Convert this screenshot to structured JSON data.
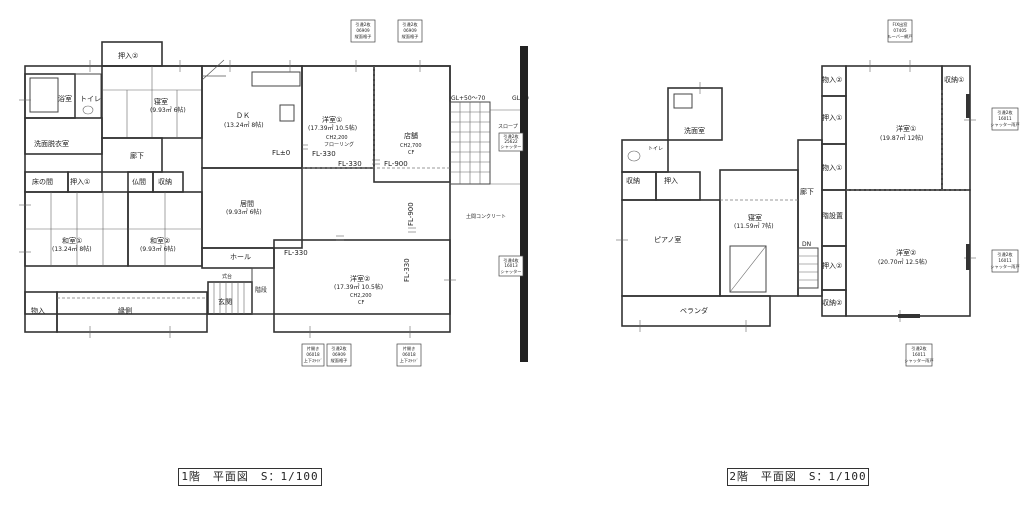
{
  "floor1": {
    "caption": "1階　平面図　S：1/100",
    "rooms": {
      "oshiire2": "押入②",
      "yokushitsu": "浴室",
      "toilet": "トイレ",
      "shinshitsu": "寝室",
      "shinshitsu_area": "(9.93㎡ 6帖)",
      "dk": "ＤＫ",
      "dk_area": "(13.24㎡ 8帖)",
      "youshitsu1": "洋室①",
      "youshitsu1_area": "(17.39㎡ 10.5帖)",
      "youshitsu1_ch": "CH2,200",
      "youshitsu1_floor": "フローリング",
      "tenpo": "店舗",
      "tenpo_ch": "CH2,700",
      "tenpo_cf": "CF",
      "senmen": "洗面脱衣室",
      "rouka": "廊下",
      "tokonoma": "床の間",
      "oshiire1": "押入①",
      "butsuma": "仏間",
      "shuunou": "収納",
      "kyoma": "居間",
      "kyoma_area": "(9.93㎡ 6帖)",
      "washitsu1": "和室①",
      "washitsu1_area": "(13.24㎡ 8帖)",
      "washitsu2": "和室②",
      "washitsu2_area": "(9.93㎡ 6帖)",
      "hall": "ホール",
      "shikidai": "式台",
      "genkan": "玄関",
      "kaidan": "階段",
      "youshitsu2": "洋室②",
      "youshitsu2_area": "(17.39㎡ 10.5帖)",
      "youshitsu2_ch": "CH2,200",
      "youshitsu2_cf": "CF",
      "monooki": "物入",
      "engawa": "縁側",
      "doma": "土間コンクリート",
      "slope": "スロープ"
    },
    "levels": {
      "fl0": "FL±0",
      "fl330a": "FL-330",
      "fl330b": "FL-330",
      "fl900a": "FL-900",
      "fl900b": "FL-900",
      "fl330c": "FL-330",
      "fl330d": "FL-330",
      "gl50": "GL+50〜70",
      "gl0": "GL±0"
    },
    "tags": [
      {
        "l1": "引違2枚",
        "l2": "06909",
        "l3": "縦面格子"
      },
      {
        "l1": "引違2枚",
        "l2": "06909",
        "l3": "縦面格子"
      },
      {
        "l1": "引違2枚",
        "l2": "25622",
        "l3": "シャッター"
      },
      {
        "l1": "引違4枚",
        "l2": "16013",
        "l3": "シャッター"
      },
      {
        "l1": "片開き",
        "l2": "06018",
        "l3": "上下ｽﾗｲﾄﾞ"
      },
      {
        "l1": "引違2枚",
        "l2": "06909",
        "l3": "縦面格子"
      },
      {
        "l1": "片開き",
        "l2": "06018",
        "l3": "上下ｽﾗｲﾄﾞ"
      }
    ]
  },
  "floor2": {
    "caption": "2階　平面図　S：1/100",
    "rooms": {
      "senmen": "洗面室",
      "toilet": "トイレ",
      "shuunou": "収納",
      "oshiire_a": "押入",
      "piano": "ピアノ室",
      "shinshitsu": "寝室",
      "shinshitsu_area": "(11.59㎡ 7帖)",
      "rouka": "廊下",
      "dn": "DN",
      "monoire1": "物入②",
      "oshiire1": "押入①",
      "monoire2": "物入①",
      "kaidan": "階設置",
      "oshiire2": "押入②",
      "youshitsu1": "洋室①",
      "youshitsu1_area": "(19.87㎡ 12帖)",
      "youshitsu2": "洋室②",
      "youshitsu2_area": "(20.70㎡ 12.5帖)",
      "shuunou1": "収納①",
      "shuunou2": "収納②",
      "veranda": "ベランダ"
    },
    "tags": [
      {
        "l1": "FIX出窓",
        "l2": "07405",
        "l3": "ルーバー網戸"
      },
      {
        "l1": "引違2枚",
        "l2": "16011",
        "l3": "シャッター雨戸"
      },
      {
        "l1": "引違2枚",
        "l2": "16011",
        "l3": "シャッター雨戸"
      },
      {
        "l1": "引違2枚",
        "l2": "16011",
        "l3": "シャッター雨戸"
      }
    ]
  }
}
